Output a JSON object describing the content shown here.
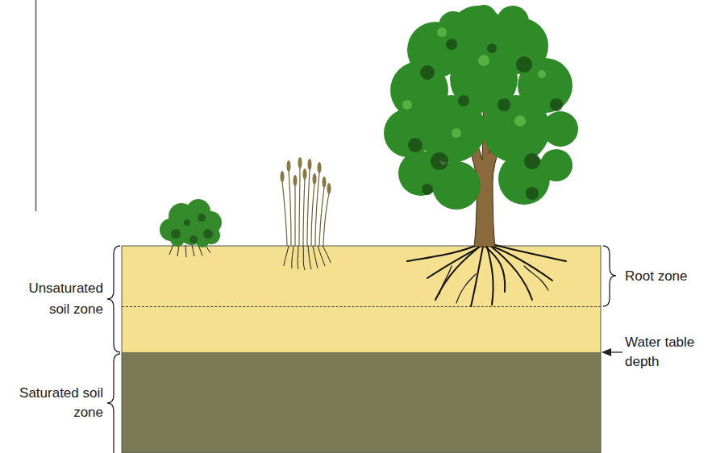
{
  "diagram": {
    "nodes": [
      {
        "text": [
          "Unsaturated soil zone"
        ]
      },
      {
        "text": [
          "Root zone"
        ],
        "in": 0
      },
      {
        "text": [
          "Saturated soil zone"
        ]
      }
    ],
    "labels": [
      "Water table depth"
    ]
  }
}
